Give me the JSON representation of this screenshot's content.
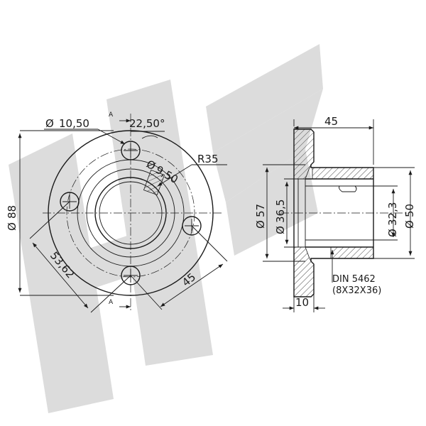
{
  "front_view": {
    "section_marker_top": "A",
    "section_marker_bottom": "A",
    "bolt_hole_diameter": "10,50",
    "angle": "22,50°",
    "keyway_diameter": "9,50",
    "radius": "R35",
    "outer_diameter": "88",
    "diagonal_distance": "53,62",
    "hole_offset": "45"
  },
  "side_view": {
    "overall_length": "45",
    "bore_diameter": "36,5",
    "flange_inner_diameter": "57",
    "spline_diameter": "32,3",
    "hub_diameter": "50",
    "flange_thickness": "10",
    "standard_line1": "DIN 5462",
    "standard_line2": "(8X32X36)"
  },
  "symbols": {
    "diameter": "Ø"
  }
}
